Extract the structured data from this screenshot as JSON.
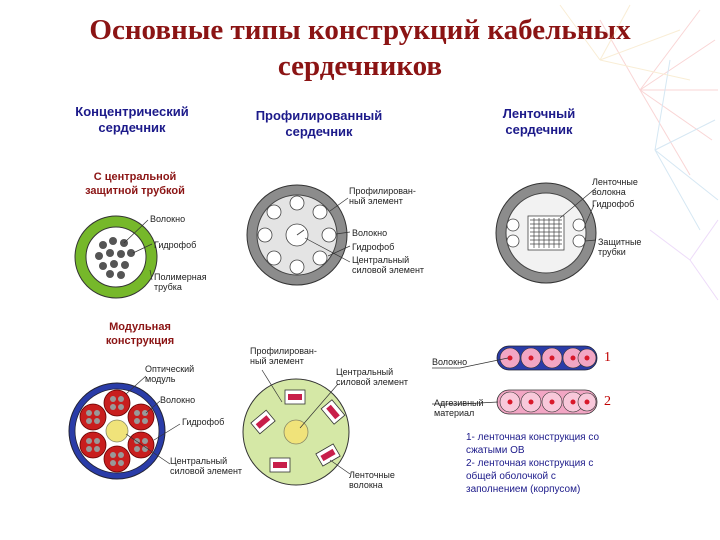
{
  "title_line1": "Основные типы конструкций кабельных",
  "title_line2": "сердечников",
  "concentric": {
    "header_line1": "Концентрический",
    "header_line2": "сердечник",
    "sub_line1": "С центральной",
    "sub_line2": "защитной трубкой",
    "fiber": "Волокно",
    "hydrophobe": "Гидрофоб",
    "tube_line1": "Полимерная",
    "tube_line2": "трубка"
  },
  "profiled": {
    "header_line1": "Профилированный",
    "header_line2": "сердечник",
    "profiled_line1": "Профилирован-",
    "profiled_line2": "ный элемент",
    "fiber": "Волокно",
    "hydrophobe": "Гидрофоб",
    "central_line1": "Центральный",
    "central_line2": "силовой элемент"
  },
  "ribbon": {
    "header_line1": "Ленточный",
    "header_line2": "сердечник",
    "ribbons_line1": "Ленточные",
    "ribbons_line2": "волокна",
    "hydrophobe": "Гидрофоб",
    "protect_line1": "Защитные",
    "protect_line2": "трубки"
  },
  "modular": {
    "header_line1": "Модульная",
    "header_line2": "конструкция",
    "optical_line1": "Оптический",
    "optical_line2": "модуль",
    "fiber": "Волокно",
    "hydrophobe": "Гидрофоб",
    "central_line1": "Центральный",
    "central_line2": "силовой элемент"
  },
  "profiled2": {
    "profiled_line1": "Профилирован-",
    "profiled_line2": "ный элемент",
    "central_line1": "Центральный",
    "central_line2": "силовой элемент",
    "ribbons_line1": "Ленточные",
    "ribbons_line2": "волокна"
  },
  "ribbon_tape": {
    "fiber": "Волокно",
    "adhesive_line1": "Адгезивный",
    "adhesive_line2": "материал",
    "n1": "1",
    "n2": "2",
    "legend1_line1": "1- ленточная конструкция со",
    "legend1_line2": "сжатыми ОВ",
    "legend2_line1": "2- ленточная конструкция с",
    "legend2_line2": "общей оболочкой с",
    "legend2_line3": "заполнением (корпусом)"
  },
  "colors": {
    "title": "#8b1414",
    "header": "#1c1a8a",
    "green_ring": "#76b82a",
    "modular_ring": "#2a3ca8",
    "modular_tube": "#c81e1e",
    "ribbon_fill": "#f2a6c4",
    "ribbon_core": "#d8182a"
  }
}
